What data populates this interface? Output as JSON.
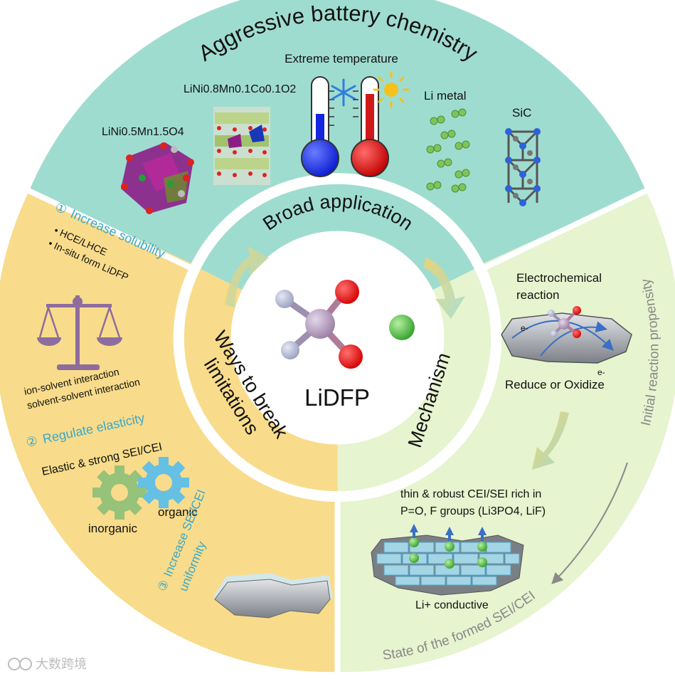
{
  "top_title": "Aggressive battery chemistry",
  "extreme_temperature": "Extreme temperature",
  "mat_lnmo": "LiNi0.5Mn1.5O4",
  "mat_ncm": "LiNi0.8Mn0.1Co0.1O2",
  "li_metal": "Li metal",
  "sic": "SiC",
  "broad_application": "Broad application",
  "ways_line1": "Ways to break",
  "ways_line2": "limitations",
  "mechanism": "Mechanism",
  "center_label": "LiDFP",
  "left": {
    "s1_num": "①",
    "s1_title": "Increase solubility",
    "s1_items": [
      "HCE/LHCE",
      "In-situ form LiDFP"
    ],
    "interactions": [
      "ion-solvent interaction",
      "solvent-solvent interaction"
    ],
    "s2_num": "②",
    "s2_title": "Regulate elasticity",
    "s2_text": "Elastic & strong SEI/CEI",
    "gear_labels": [
      "inorganic",
      "organic"
    ],
    "s3_num": "③",
    "s3_title": "Increase SEI/CEI",
    "s3_title2": "uniformity"
  },
  "right": {
    "electro_line1": "Electrochemical",
    "electro_line2": "reaction",
    "electron": "e-",
    "reduce": "Reduce or Oxidize",
    "cei_line1": "thin & robust CEI/SEI rich in",
    "cei_line2": "P=O, F groups (Li3PO4, LiF)",
    "li_conductive": "Li+ conductive",
    "initial": "Initial reaction propensity",
    "state": "State of the formed SEI/CEI"
  },
  "watermark": "大数跨境",
  "colors": {
    "top_segment": "#9fdcd0",
    "left_segment": "#f8dc8b",
    "right_segment": "#e6f4cf",
    "cyan_text": "#3aa7c9",
    "scale_purple": "#8e6c9e",
    "gear_green": "#96c27a",
    "gear_blue": "#65c0e3"
  }
}
